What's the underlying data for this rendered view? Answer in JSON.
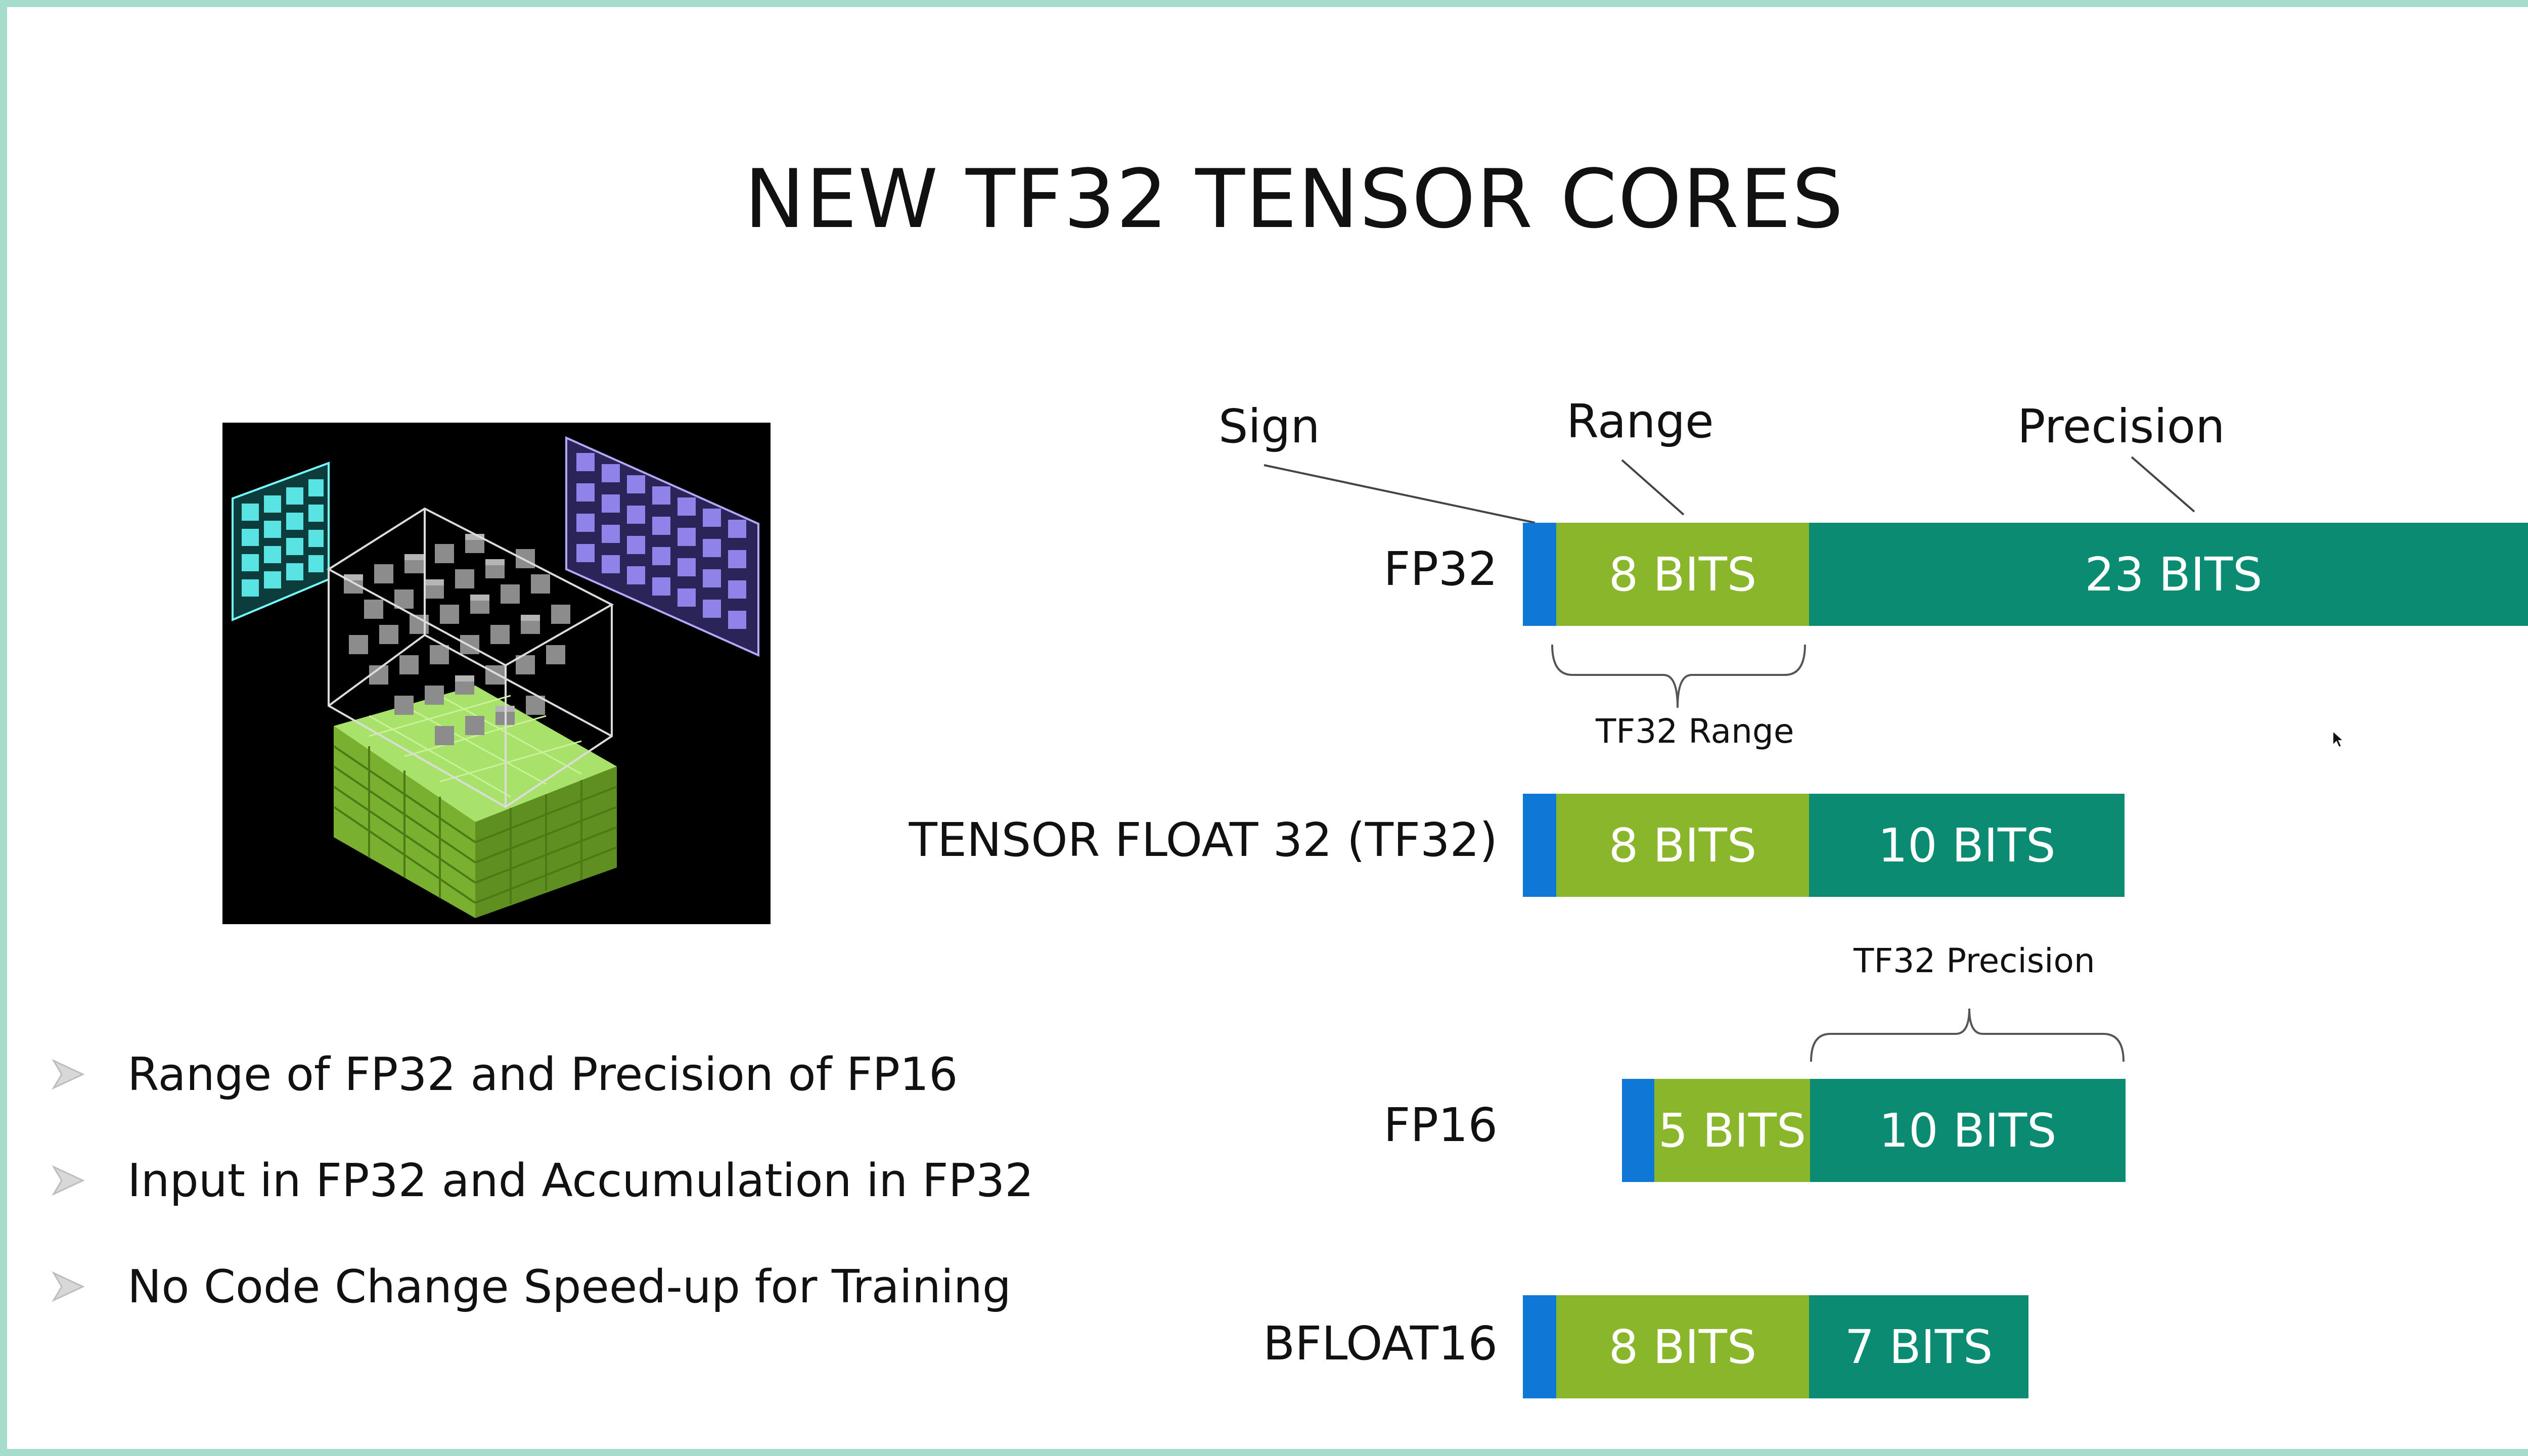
{
  "slide": {
    "title": "NEW TF32 TENSOR CORES"
  },
  "illustration": {
    "icon": "tensor-core-cube-icon"
  },
  "bullets": [
    "Range of FP32 and Precision of FP16",
    "Input in FP32 and Accumulation in FP32",
    "No Code Change Speed-up for Training"
  ],
  "diagram": {
    "headers": {
      "sign": "Sign",
      "range": "Range",
      "precision": "Precision"
    },
    "annotations": {
      "tf32_range": "TF32 Range",
      "tf32_precision": "TF32 Precision"
    },
    "colors": {
      "sign": "#0f78d6",
      "range": "#8ab62b",
      "precision": "#0b8b72"
    },
    "formats": [
      {
        "name": "FP32",
        "range_label": "8 BITS",
        "precision_label": "23 BITS"
      },
      {
        "name": "TENSOR FLOAT 32 (TF32)",
        "range_label": "8 BITS",
        "precision_label": "10 BITS"
      },
      {
        "name": "FP16",
        "range_label": "5 BITS",
        "precision_label": "10 BITS"
      },
      {
        "name": "BFLOAT16",
        "range_label": "8 BITS",
        "precision_label": "7 BITS"
      }
    ]
  }
}
